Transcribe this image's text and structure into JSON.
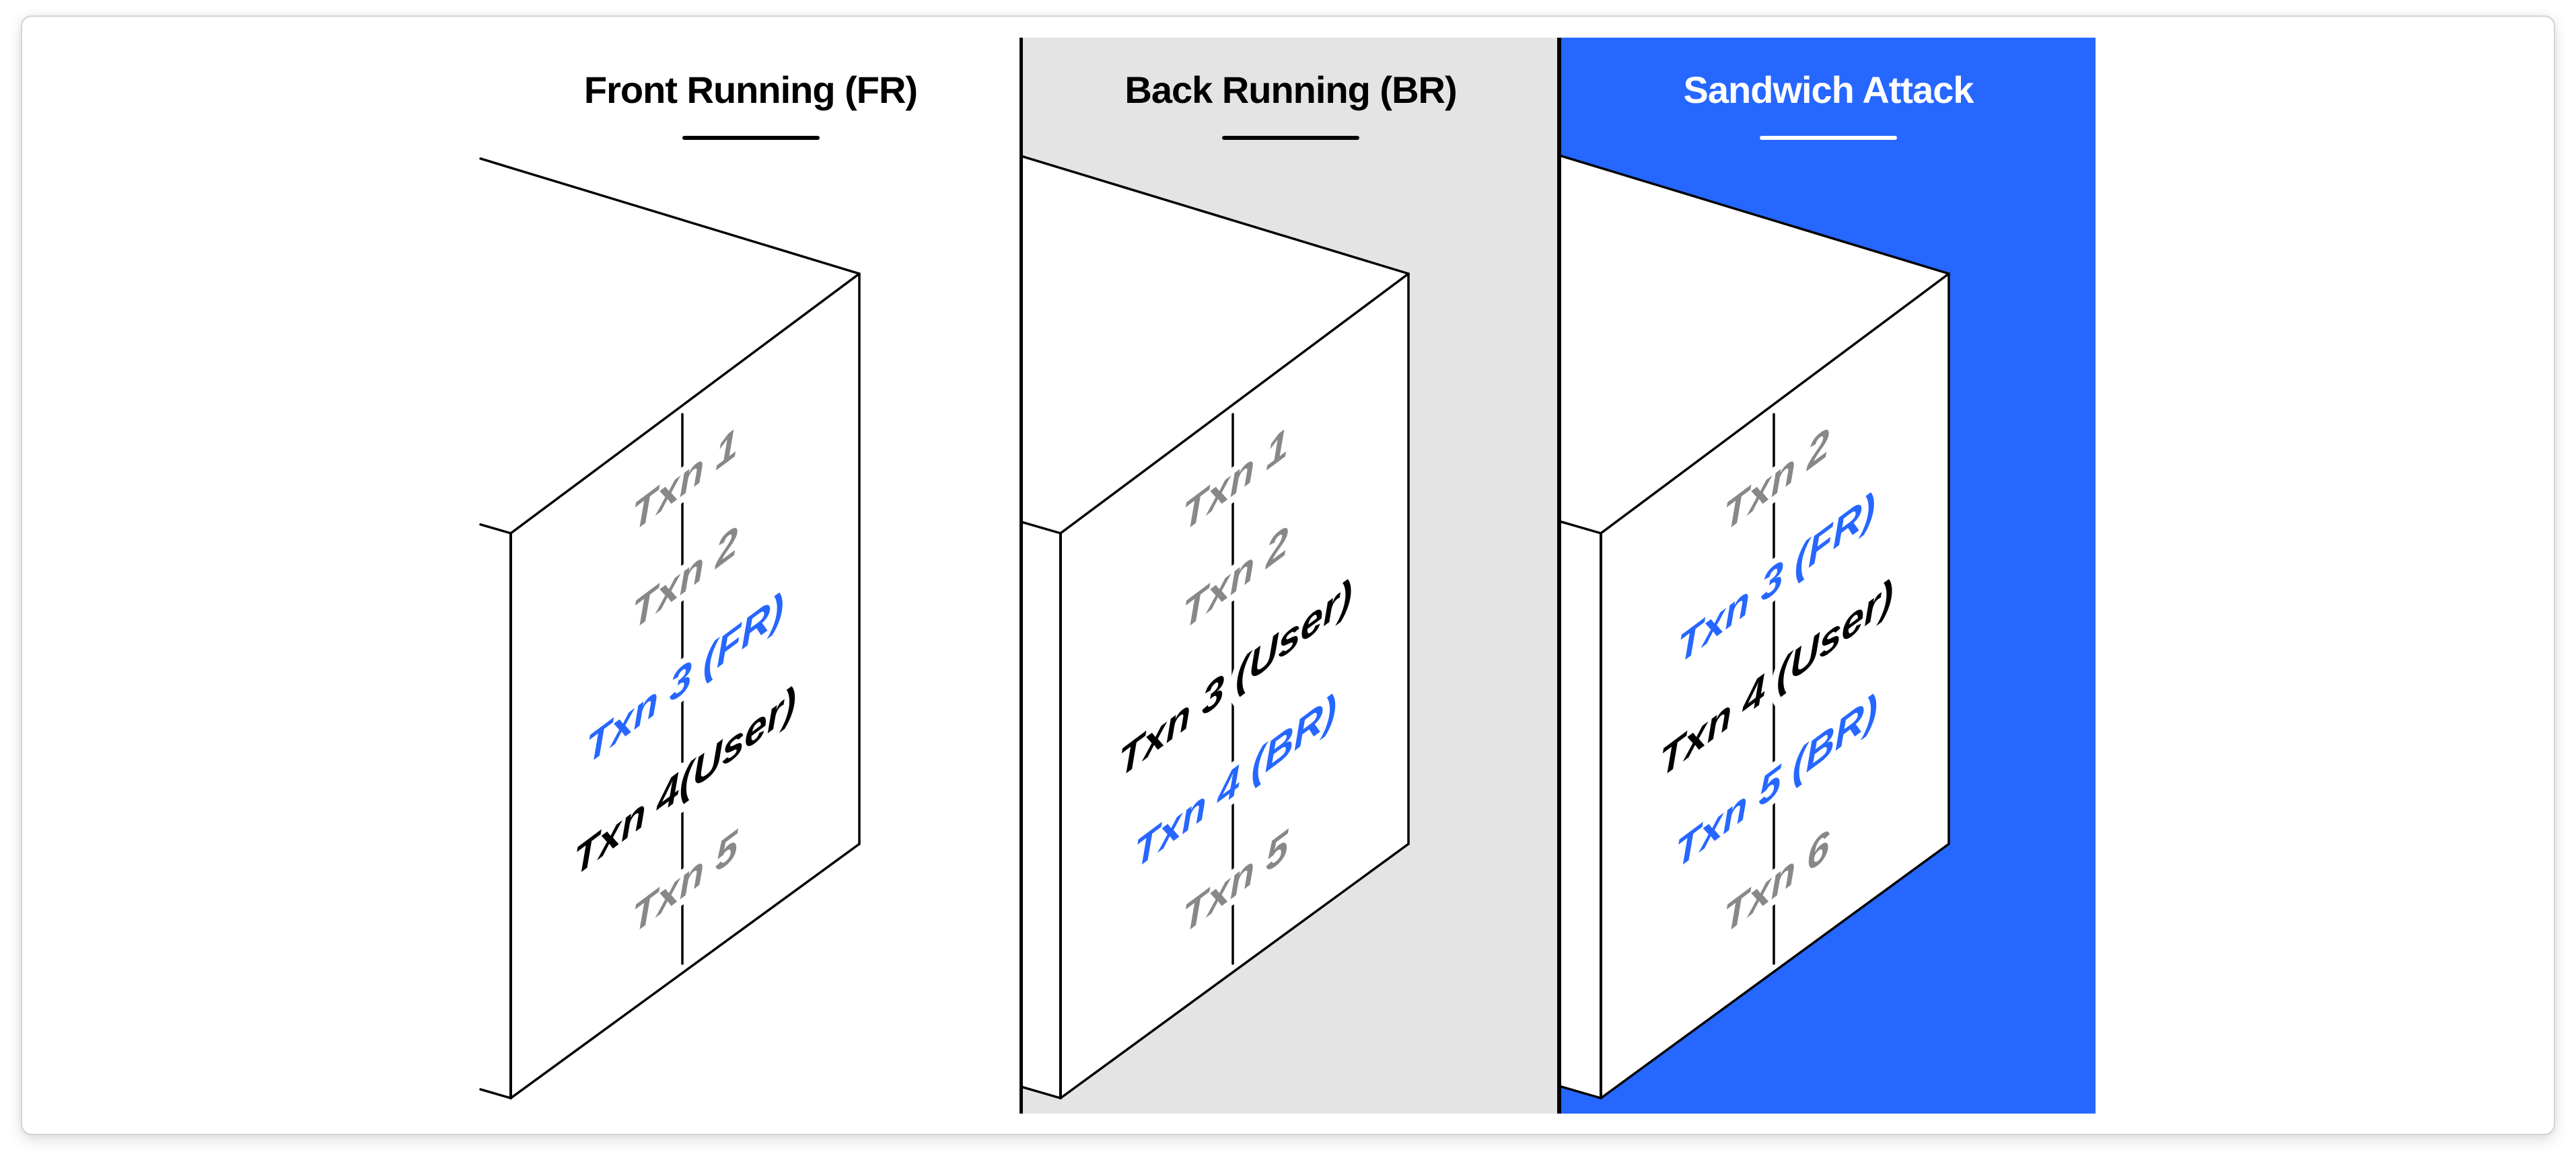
{
  "colors": {
    "attacker_blue": "#2667FF",
    "neutral_gray": "#888888",
    "user_black": "#000000",
    "panel_gray": "#E4E4E4",
    "white": "#FFFFFF"
  },
  "panels": [
    {
      "id": "front-running",
      "title": "Front Running (FR)",
      "theme": "white",
      "transactions": [
        {
          "label": "Txn 1",
          "role": "neutral"
        },
        {
          "label": "Txn 2",
          "role": "neutral"
        },
        {
          "label": "Txn 3 (FR)",
          "role": "attacker"
        },
        {
          "label": "Txn 4(User)",
          "role": "user"
        },
        {
          "label": "Txn 5",
          "role": "neutral"
        }
      ]
    },
    {
      "id": "back-running",
      "title": "Back Running (BR)",
      "theme": "gray",
      "transactions": [
        {
          "label": "Txn 1",
          "role": "neutral"
        },
        {
          "label": "Txn 2",
          "role": "neutral"
        },
        {
          "label": "Txn 3 (User)",
          "role": "user"
        },
        {
          "label": "Txn 4 (BR)",
          "role": "attacker"
        },
        {
          "label": "Txn 5",
          "role": "neutral"
        }
      ]
    },
    {
      "id": "sandwich-attack",
      "title": "Sandwich Attack",
      "theme": "blue",
      "transactions": [
        {
          "label": "Txn 2",
          "role": "neutral"
        },
        {
          "label": "Txn 3 (FR)",
          "role": "attacker"
        },
        {
          "label": "Txn 4 (User)",
          "role": "user"
        },
        {
          "label": "Txn 5 (BR)",
          "role": "attacker"
        },
        {
          "label": "Txn 6",
          "role": "neutral"
        }
      ]
    }
  ]
}
